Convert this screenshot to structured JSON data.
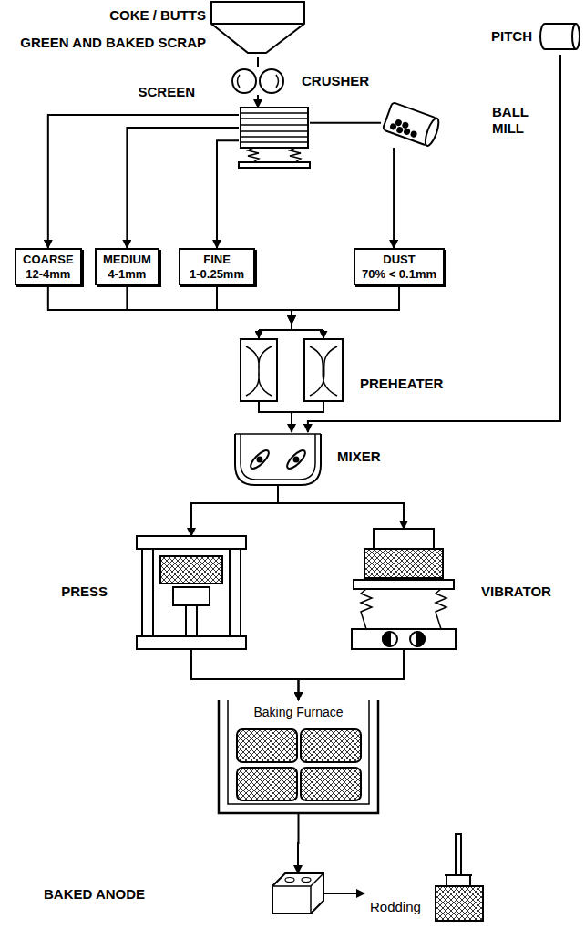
{
  "diagram": {
    "nodes": [
      {
        "text": [
          "COKE / BUTTS",
          "GREEN AND BAKED SCRAP"
        ]
      },
      {
        "text": [
          "PITCH"
        ]
      },
      {
        "text": [
          "CRUSHER"
        ]
      },
      {
        "text": [
          "SCREEN"
        ]
      },
      {
        "text": [
          "BALL MILL"
        ]
      },
      {
        "text": [
          "COARSE",
          "12-4mm"
        ]
      },
      {
        "text": [
          "MEDIUM",
          "4-1mm"
        ]
      },
      {
        "text": [
          "FINE",
          "1-0.25mm"
        ]
      },
      {
        "text": [
          "DUST",
          "70% < 0.1mm"
        ]
      },
      {
        "text": [
          "PREHEATER"
        ]
      },
      {
        "text": [
          "MIXER"
        ]
      },
      {
        "text": [
          "PRESS"
        ]
      },
      {
        "text": [
          "VIBRATOR"
        ]
      },
      {
        "text": [
          "Baking Furnace"
        ]
      },
      {
        "text": [
          "BAKED ANODE"
        ]
      },
      {
        "text": [
          "Rodding"
        ]
      }
    ],
    "edges": [
      {
        "from": 0,
        "to": 2,
        "arrow": "none"
      },
      {
        "from": 2,
        "to": 3,
        "arrow": "to"
      },
      {
        "from": 3,
        "to": 5,
        "arrow": "to"
      },
      {
        "from": 3,
        "to": 6,
        "arrow": "to"
      },
      {
        "from": 3,
        "to": 7,
        "arrow": "to"
      },
      {
        "from": 3,
        "to": 4,
        "arrow": "none"
      },
      {
        "from": 4,
        "to": 8,
        "arrow": "to"
      },
      {
        "from": 5,
        "to": 9,
        "arrow": "to"
      },
      {
        "from": 6,
        "to": 9,
        "arrow": "to"
      },
      {
        "from": 7,
        "to": 9,
        "arrow": "to"
      },
      {
        "from": 8,
        "to": 9,
        "arrow": "to"
      },
      {
        "from": 9,
        "to": 10,
        "arrow": "to"
      },
      {
        "from": 1,
        "to": 10,
        "arrow": "to"
      },
      {
        "from": 10,
        "to": 11,
        "arrow": "to"
      },
      {
        "from": 10,
        "to": 12,
        "arrow": "to"
      },
      {
        "from": 11,
        "to": 13,
        "arrow": "to"
      },
      {
        "from": 12,
        "to": 13,
        "arrow": "to"
      },
      {
        "from": 13,
        "to": 14,
        "arrow": "to"
      },
      {
        "from": 14,
        "to": 15,
        "arrow": "to"
      }
    ]
  }
}
